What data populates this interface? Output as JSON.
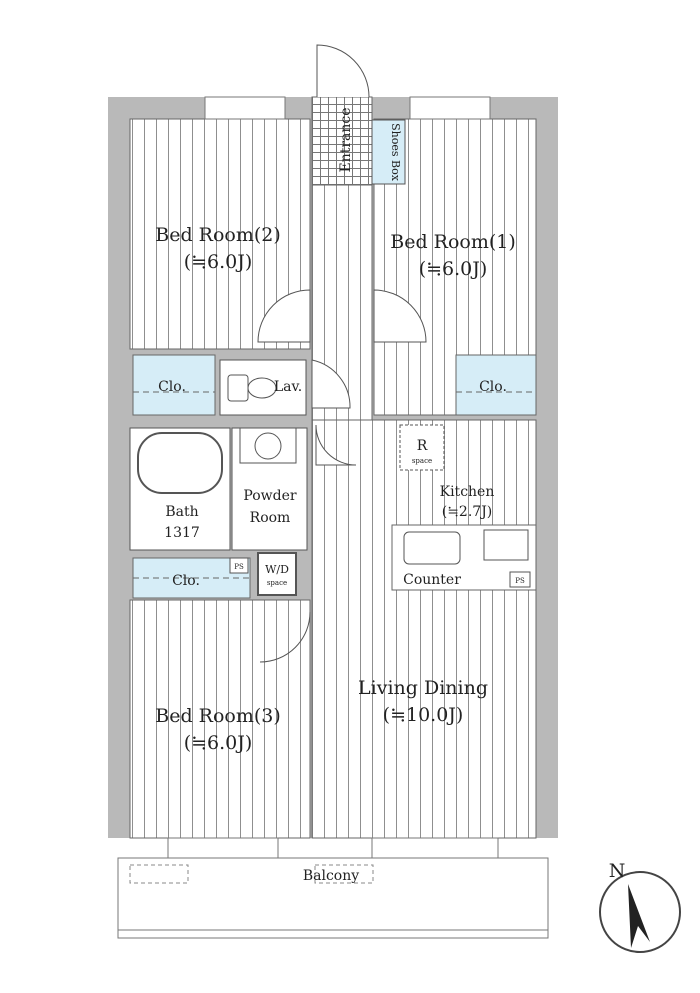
{
  "rooms": {
    "bedroom2": {
      "name": "Bed Room(2)",
      "size": "(≒6.0J)"
    },
    "bedroom1": {
      "name": "Bed Room(1)",
      "size": "(≒6.0J)"
    },
    "bedroom3": {
      "name": "Bed Room(3)",
      "size": "(≒6.0J)"
    },
    "living": {
      "name": "Living Dining",
      "size": "(≒10.0J)"
    },
    "kitchen": {
      "name": "Kitchen",
      "size": "(≒2.7J)"
    },
    "entrance": "Entrance",
    "shoes_box": "Shoes Box",
    "closet": "Clo.",
    "lavatory": "Lav.",
    "bath": {
      "name": "Bath",
      "size": "1317"
    },
    "powder_room": {
      "line1": "Powder",
      "line2": "Room"
    },
    "wd": {
      "name": "W/D",
      "sub": "space"
    },
    "fridge": {
      "name": "R",
      "sub": "space"
    },
    "counter": "Counter",
    "ps": "PS",
    "balcony": "Balcony"
  },
  "compass": {
    "label": "N"
  },
  "colors": {
    "wall": "#b9b9b9",
    "closet": "#d6edf7",
    "line": "#8a8a8a"
  }
}
